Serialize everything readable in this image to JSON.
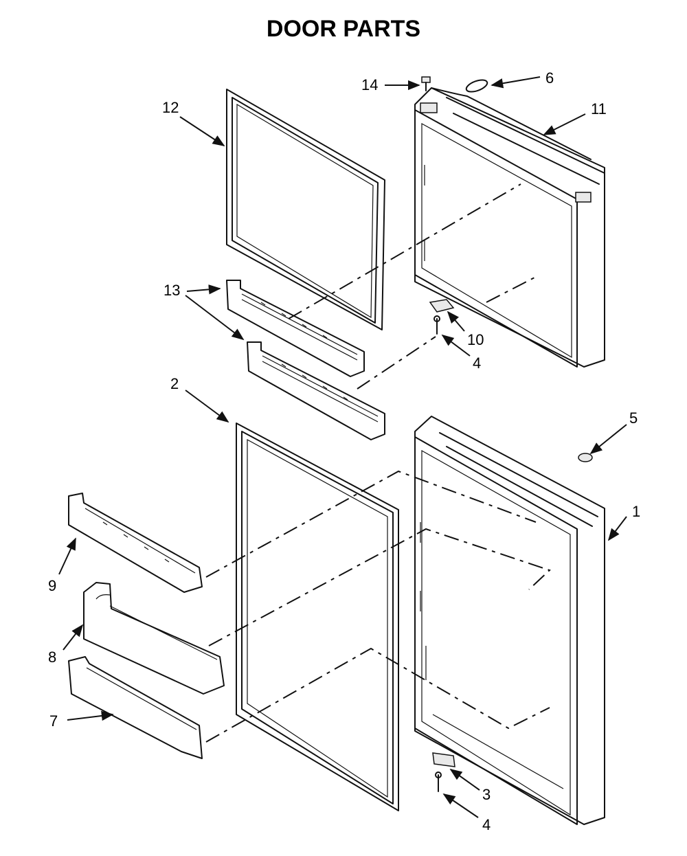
{
  "title": "DOOR PARTS",
  "callouts": {
    "c1": "1",
    "c2": "2",
    "c3": "3",
    "c4a": "4",
    "c4b": "4",
    "c5": "5",
    "c6": "6",
    "c7": "7",
    "c8": "8",
    "c9": "9",
    "c10": "10",
    "c11": "11",
    "c12": "12",
    "c13": "13",
    "c14": "14"
  }
}
